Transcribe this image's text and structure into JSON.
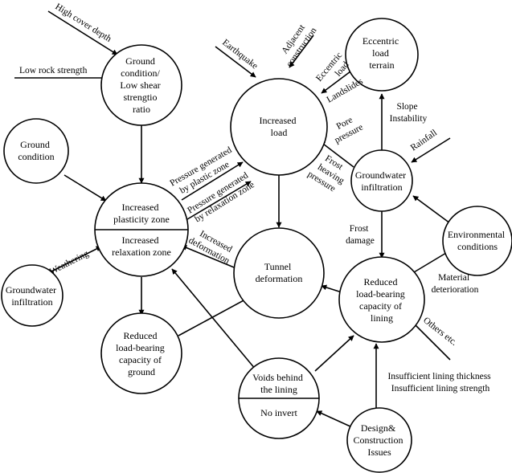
{
  "nodes": {
    "ground_low_shear": [
      "Ground",
      "condition/",
      "Low shear",
      "strengtio",
      "ratio"
    ],
    "ground_condition": [
      "Ground",
      "condition"
    ],
    "plasticity_zone": [
      "Increased",
      "plasticity zone"
    ],
    "relaxation_zone": [
      "Increased",
      "relaxation zone"
    ],
    "groundwater_left": [
      "Groundwater",
      "infiltration"
    ],
    "reduced_ground": [
      "Reduced",
      "load-bearing",
      "capacity of",
      "ground"
    ],
    "increased_load": [
      "Increased",
      "load"
    ],
    "eccentric_terrain": [
      "Eccentric",
      "load",
      "terrain"
    ],
    "groundwater_right": [
      "Groundwater",
      "infiltration"
    ],
    "tunnel_deformation": [
      "Tunnel",
      "deformation"
    ],
    "environmental": [
      "Environmental",
      "conditions"
    ],
    "reduced_lining": [
      "Reduced",
      "load-bearing",
      "capacity of",
      "lining"
    ],
    "voids": [
      "Voids behind",
      "the lining"
    ],
    "no_invert": [
      "No invert"
    ],
    "design_construction": [
      "Design&",
      "Construction",
      "Issues"
    ]
  },
  "labels": {
    "high_cover_depth": "High cover depth",
    "low_rock_strength": "Low rock strength",
    "weathering": "Weathering",
    "pressure_plastic": [
      "Pressure generated",
      "by plastic zone"
    ],
    "pressure_relaxation": [
      "Pressure generated",
      "by relaxation zone"
    ],
    "increased_deformation": [
      "Increased",
      "deformation"
    ],
    "earthquake": "Earthquake",
    "adjacent_construction": [
      "Adjacent",
      "construction"
    ],
    "eccentric_load": [
      "Eccentric",
      "load"
    ],
    "landslides": "Landslides",
    "slope_instability": [
      "Slope",
      "Instability"
    ],
    "rainfall": "Rainfall",
    "pore_pressure": [
      "Pore",
      "pressure"
    ],
    "frost_heaving_pressure": [
      "Frost",
      "heaving",
      "pressure"
    ],
    "frost_damage": [
      "Frost",
      "damage"
    ],
    "material_deterioration": [
      "Material",
      "deterioration"
    ],
    "others_etc": "Others etc.",
    "insufficient_lining": [
      "Insufficient lining thickness",
      "Insufficient lining strength"
    ]
  }
}
